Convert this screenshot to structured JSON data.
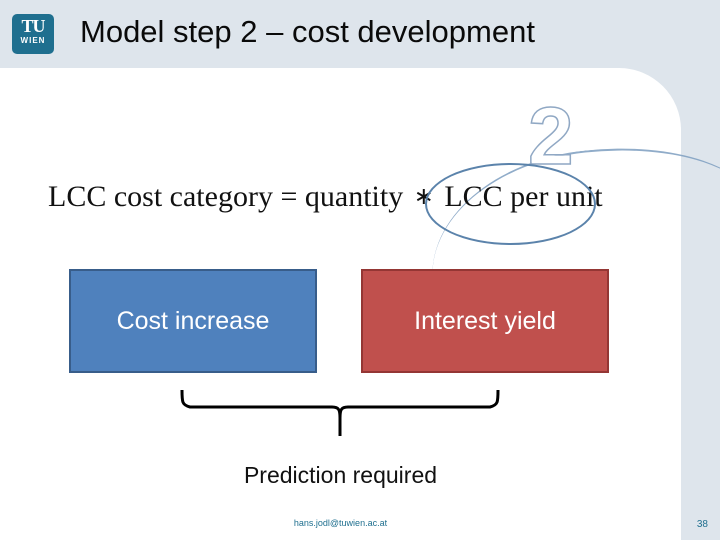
{
  "slide": {
    "title": "Model step 2 – cost development",
    "watermark": "2",
    "logo": {
      "top_text": "TU",
      "bottom_text": "WIEN",
      "name": "tu-wien-logo"
    },
    "formula": {
      "left_term": "LCC cost category",
      "equals": "=",
      "middle_term": "quantity",
      "operator": "∗",
      "right_term": "LCC per unit",
      "highlighted_term": "LCC per unit"
    },
    "boxes": [
      {
        "label": "Cost increase",
        "color": "#4F81BD",
        "border_color": "#385D8A",
        "text_color": "#FFFFFF"
      },
      {
        "label": "Interest yield",
        "color": "#C0504D",
        "border_color": "#943634",
        "text_color": "#FFFFFF"
      }
    ],
    "caption": "Prediction required",
    "footer": {
      "email": "hans.jodl@tuwien.ac.at",
      "page_number": "38"
    },
    "colors": {
      "background": "#DEE5EC",
      "panel": "#FFFFFF",
      "accent_teal": "#1F6F8F",
      "ellipse_stroke": "#5B83AB",
      "watermark_stroke": "#90A8C4"
    }
  }
}
